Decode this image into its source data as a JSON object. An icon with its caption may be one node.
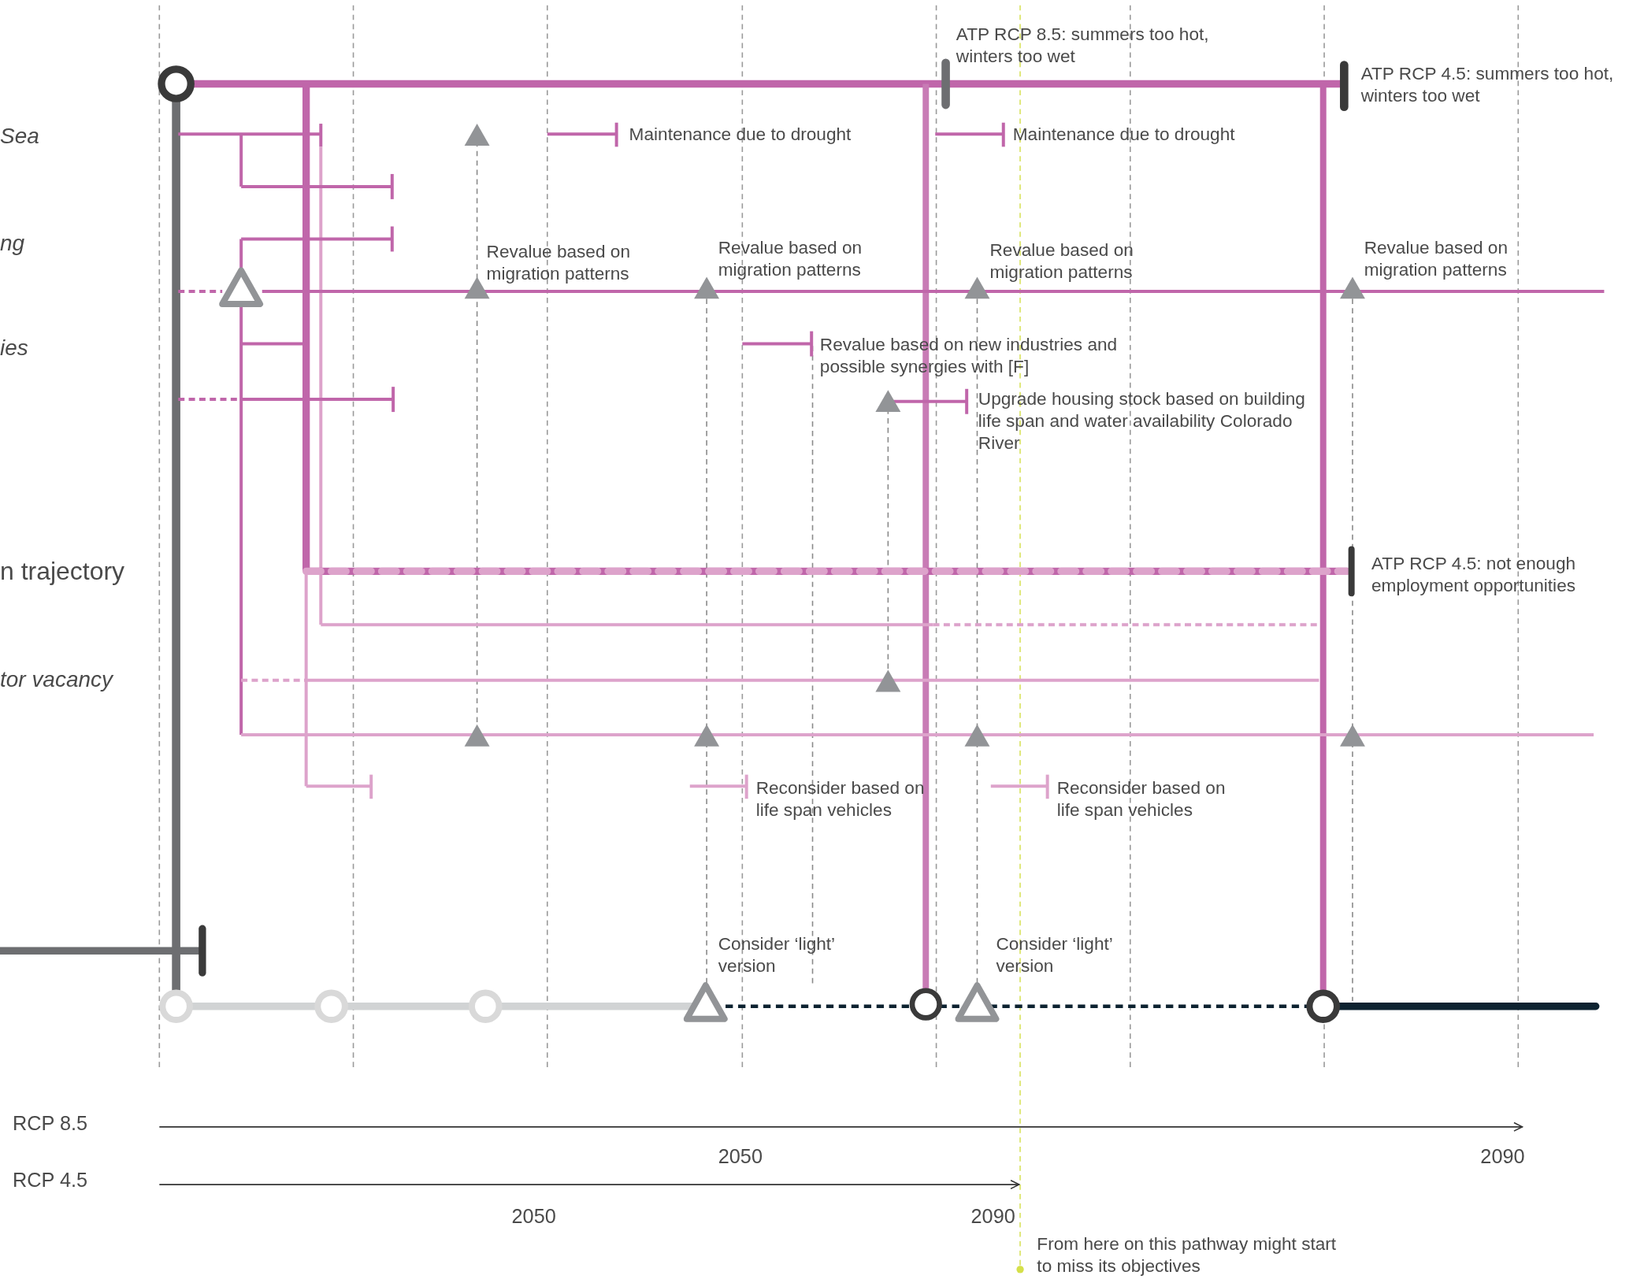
{
  "diagram": {
    "labels": [
      "ATP RCP 8.5: summers too hot, winters too wet",
      "ATP RCP 4.5: summers too hot, winters too wet",
      "Sea",
      "Maintenance due to drought",
      "Maintenance due to drought",
      "ng",
      "Revalue based on migration patterns",
      "Revalue based on migration patterns",
      "Revalue based on migration patterns",
      "Revalue based on migration patterns",
      "ies",
      "Revalue based on new industries and possible synergies with [F]",
      "Upgrade housing stock based on building life span and water availability Colorado River",
      "n trajectory",
      "ATP RCP 4.5: not enough employment opportunities",
      "tor vacancy",
      "Reconsider based on life span vehicles",
      "Reconsider based on life span vehicles",
      "Consider ‘light’ version",
      "Consider ‘light’ version",
      "RCP 8.5",
      "2050",
      "2090",
      "RCP 4.5",
      "2050",
      "2090",
      "From here on this pathway might start to miss its objectives"
    ]
  }
}
